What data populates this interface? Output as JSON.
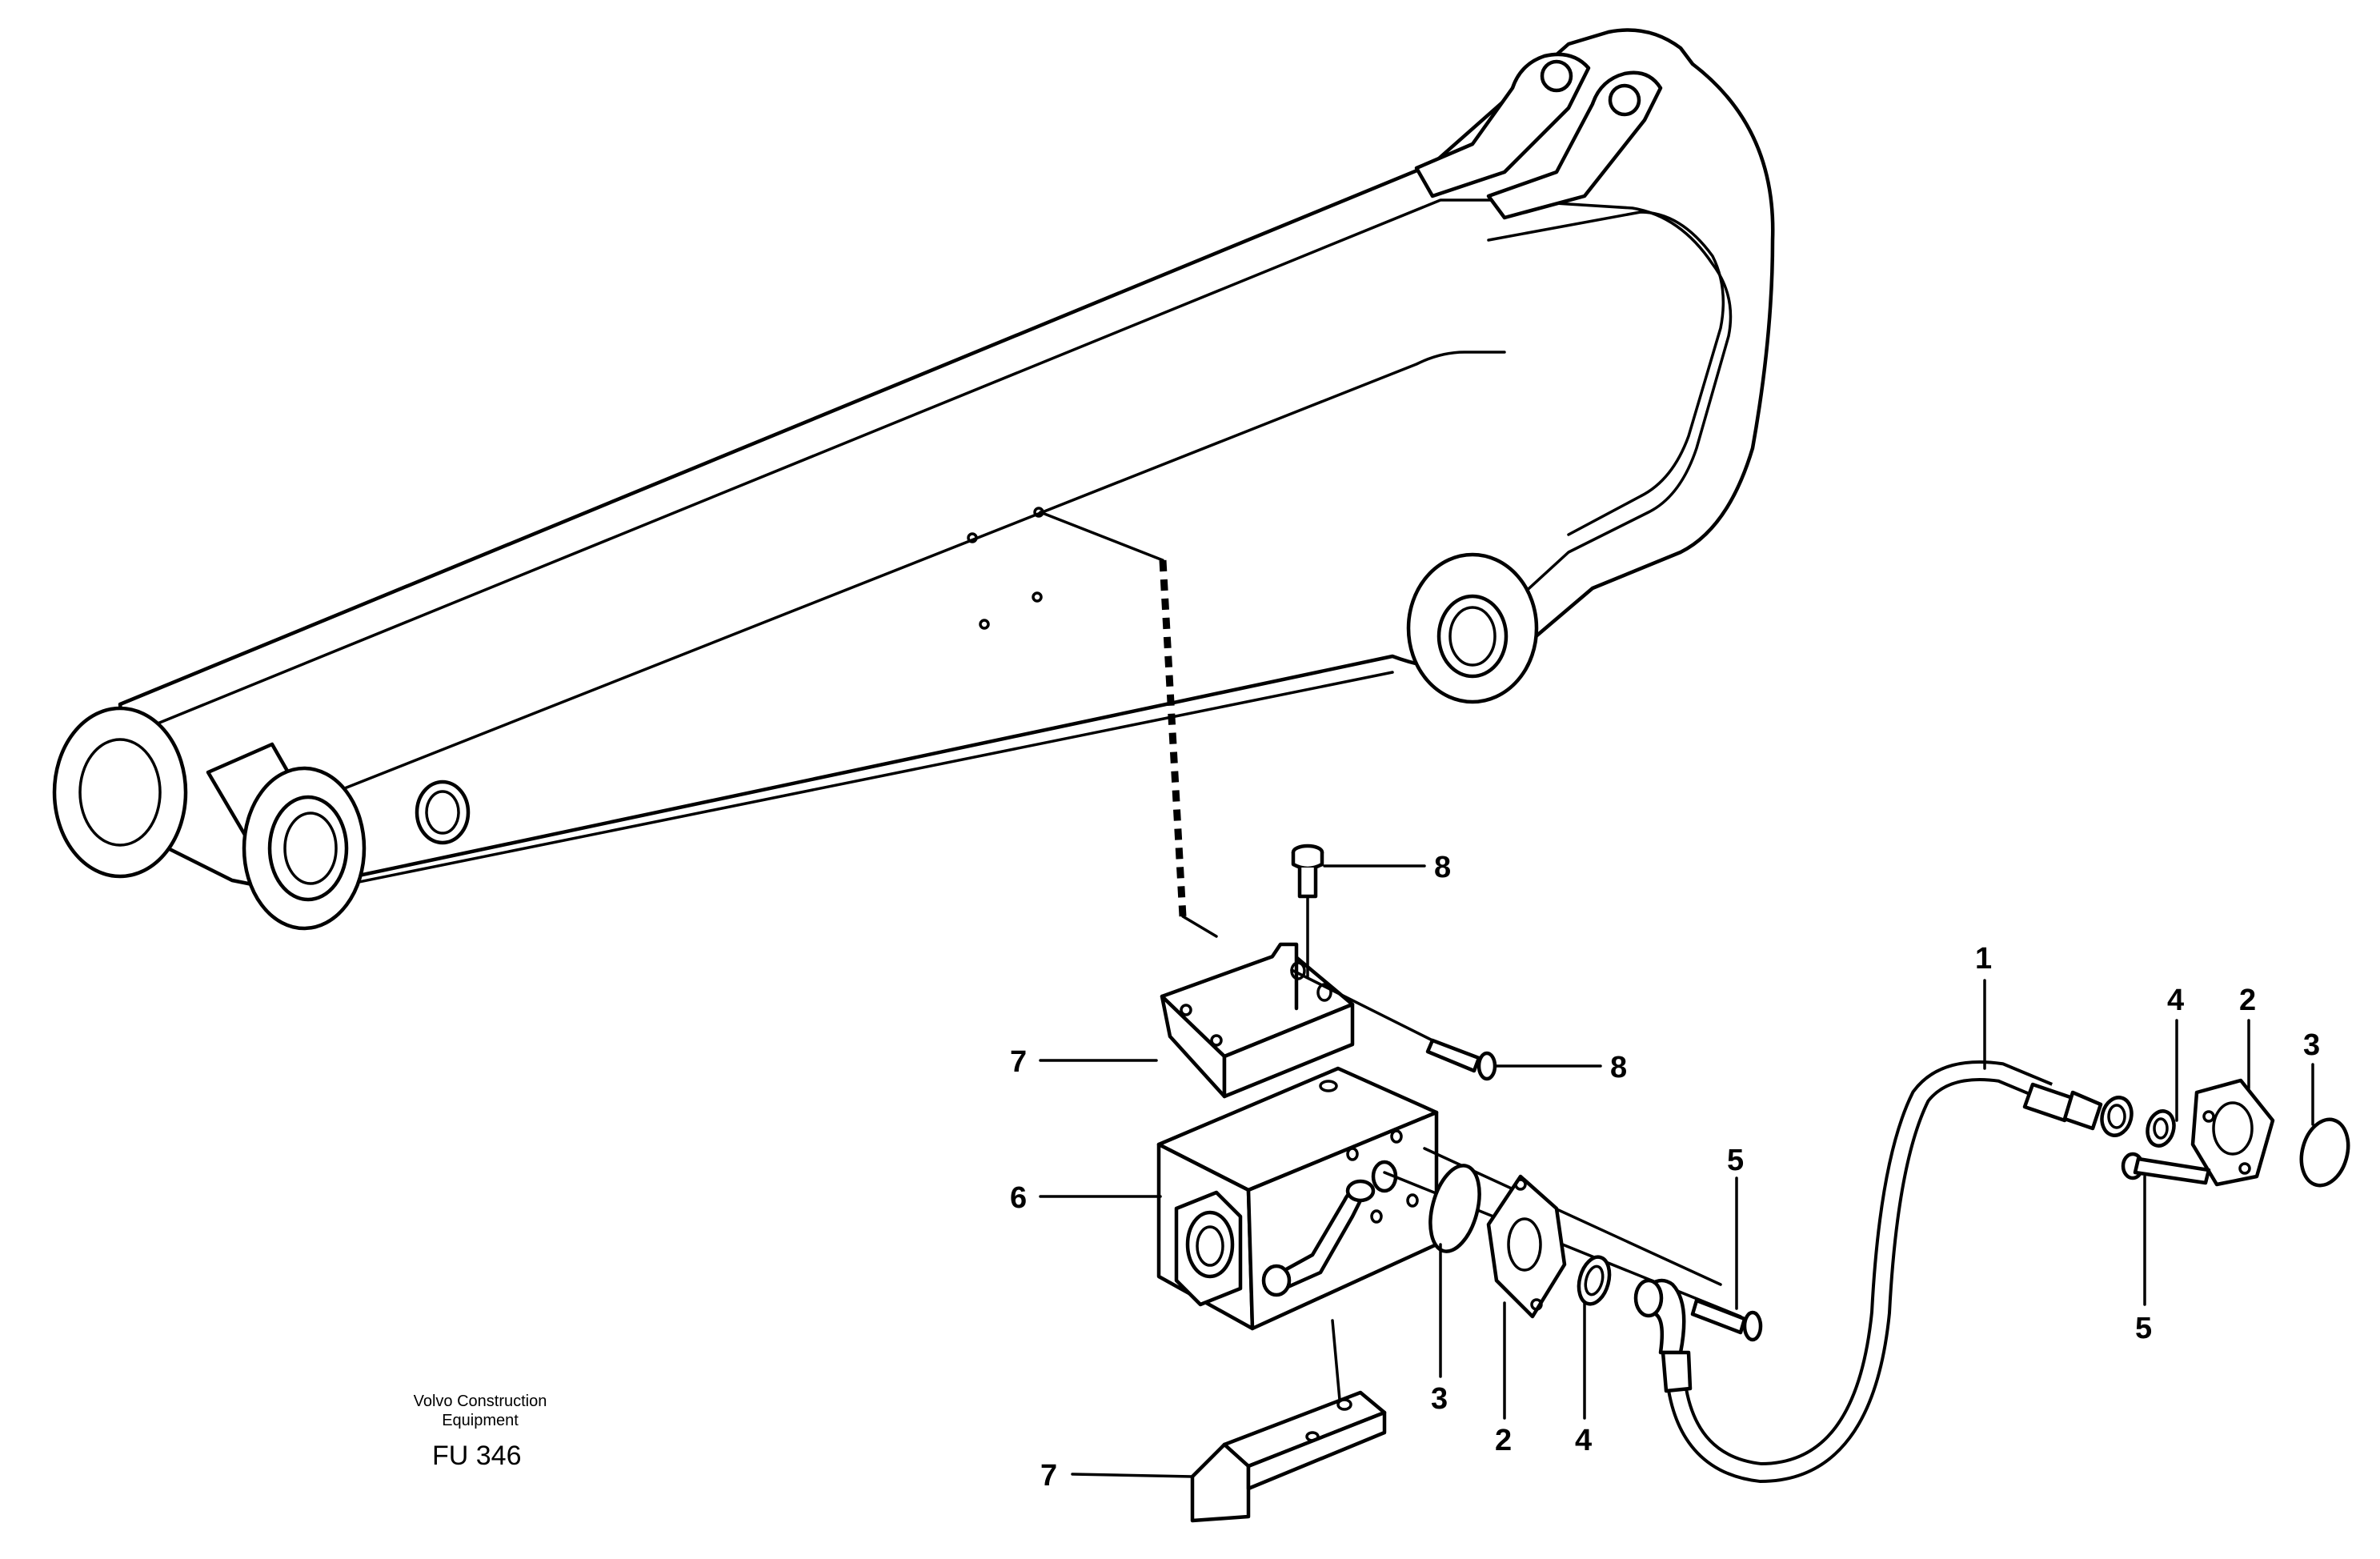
{
  "callouts": {
    "hose": "1",
    "flange_valve": "2",
    "flange_end": "2",
    "oring_valve": "3",
    "oring_end": "3",
    "seal_valve": "4",
    "seal_end": "4",
    "screw_valve": "5",
    "screw_end": "5",
    "valve_block": "6",
    "bracket_upper": "7",
    "bracket_lower": "7",
    "bolt_vertical": "8",
    "bolt_horizontal": "8"
  },
  "credit": {
    "line1": "Volvo Construction",
    "line2": "Equipment",
    "code": "FU 346"
  }
}
